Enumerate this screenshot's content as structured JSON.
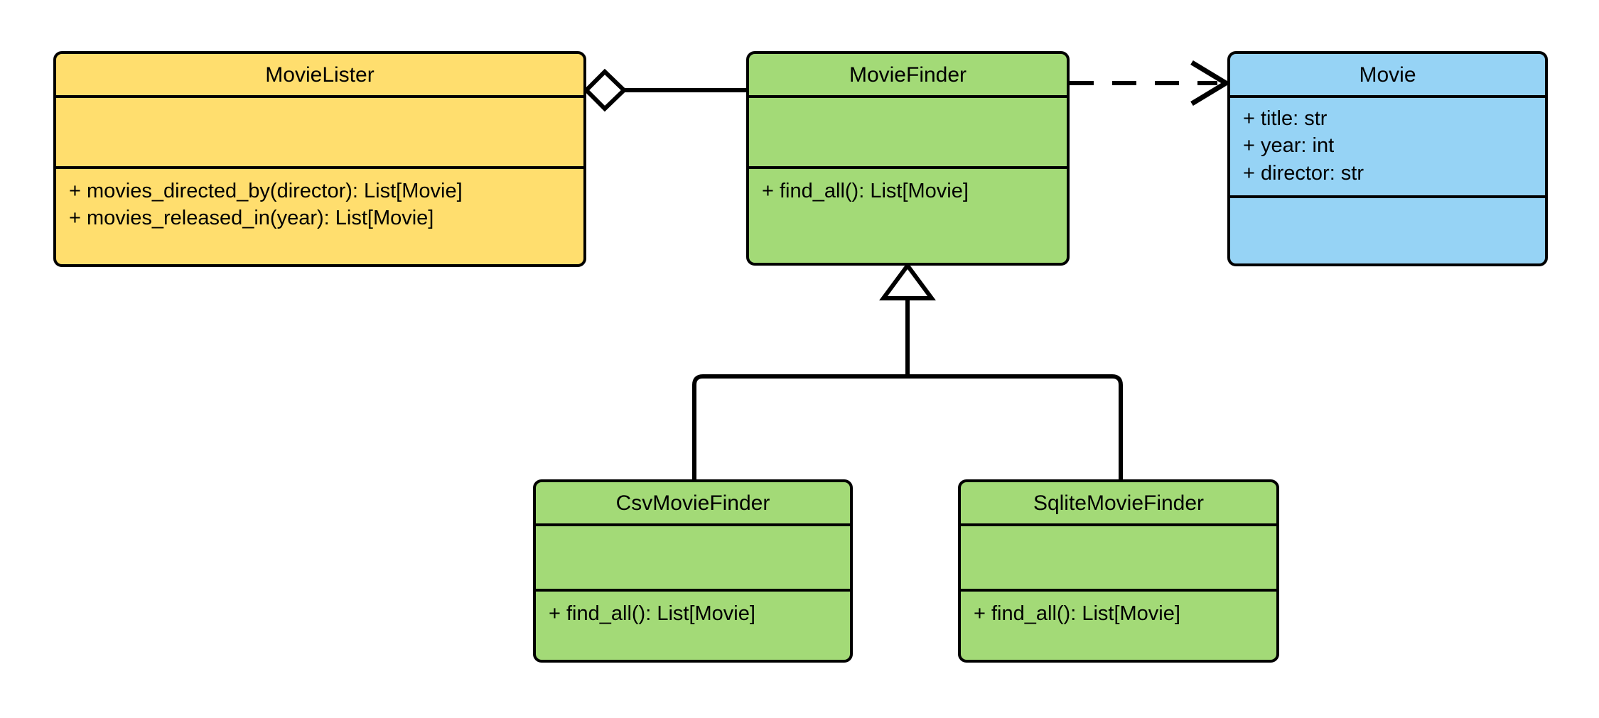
{
  "diagram": {
    "type": "uml-class-diagram",
    "background": "#ffffff",
    "line_color": "#000000",
    "palette": {
      "yellow": "#FFDE6E",
      "green": "#A3DA77",
      "blue": "#96D3F5",
      "stroke": "#000000"
    },
    "classes": [
      {
        "id": "movielister",
        "name": "MovieLister",
        "fill": "#FFDE6E",
        "attributes": [],
        "methods": [
          "+ movies_directed_by(director): List[Movie]",
          "+ movies_released_in(year): List[Movie]"
        ]
      },
      {
        "id": "moviefinder",
        "name": "MovieFinder",
        "fill": "#A3DA77",
        "attributes": [],
        "methods": [
          "+ find_all(): List[Movie]"
        ]
      },
      {
        "id": "movie",
        "name": "Movie",
        "fill": "#96D3F5",
        "attributes": [
          "+ title: str",
          "+ year: int",
          "+ director: str"
        ],
        "methods": []
      },
      {
        "id": "csvmoviefinder",
        "name": "CsvMovieFinder",
        "fill": "#A3DA77",
        "attributes": [],
        "methods": [
          "+ find_all(): List[Movie]"
        ]
      },
      {
        "id": "sqlitemoviefinder",
        "name": "SqliteMovieFinder",
        "fill": "#A3DA77",
        "attributes": [],
        "methods": [
          "+ find_all(): List[Movie]"
        ]
      }
    ],
    "relations": [
      {
        "id": "aggregation-movielister-moviefinder",
        "kind": "aggregation",
        "marker": "hollow-diamond",
        "line": "solid",
        "source": "MovieLister",
        "target": "MovieFinder"
      },
      {
        "id": "dependency-moviefinder-movie",
        "kind": "dependency",
        "marker": "open-arrow",
        "line": "dashed",
        "source": "MovieFinder",
        "target": "Movie"
      },
      {
        "id": "generalization-csvmoviefinder-moviefinder",
        "kind": "generalization",
        "marker": "hollow-triangle",
        "line": "solid",
        "source": "CsvMovieFinder",
        "target": "MovieFinder"
      },
      {
        "id": "generalization-sqlitemoviefinder-moviefinder",
        "kind": "generalization",
        "marker": "hollow-triangle",
        "line": "solid",
        "source": "SqliteMovieFinder",
        "target": "MovieFinder"
      }
    ]
  }
}
